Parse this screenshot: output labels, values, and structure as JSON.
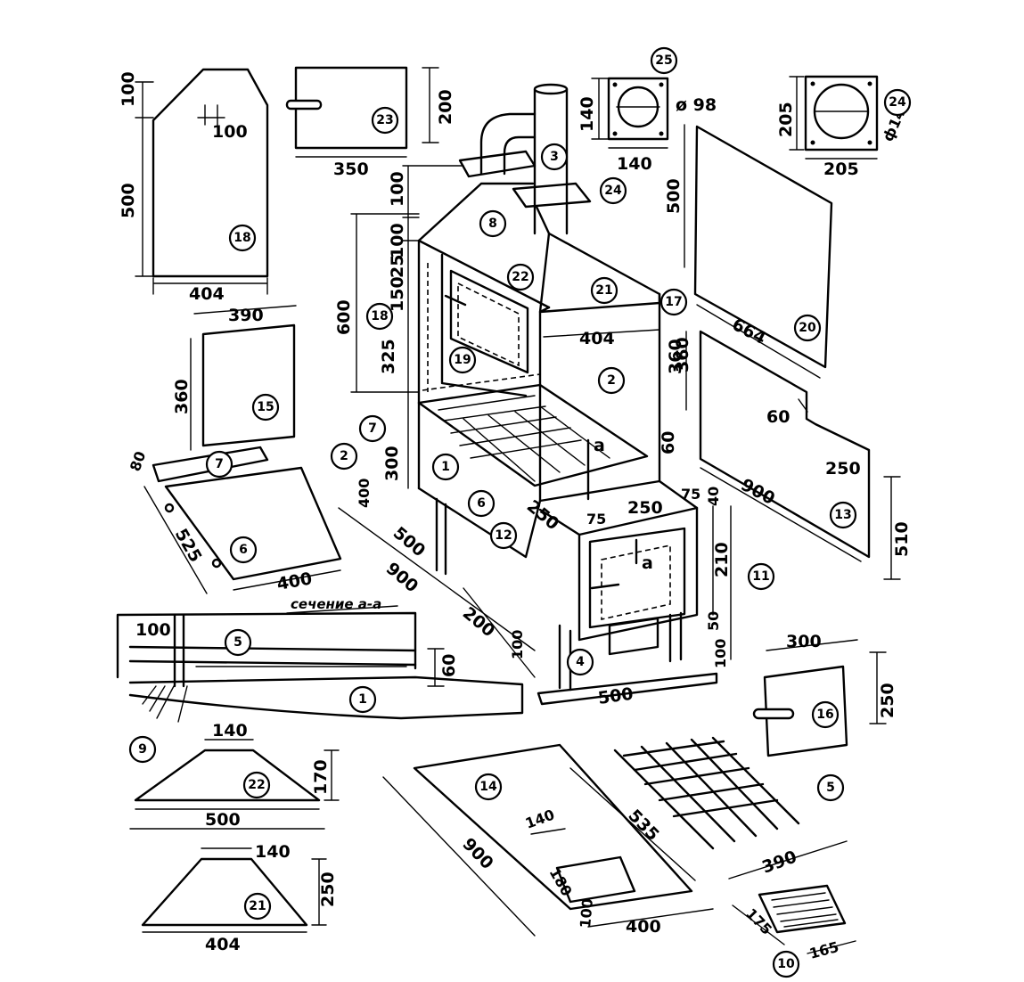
{
  "section_label": "сечение а-а",
  "part_numbers": {
    "p1": "1",
    "p1b": "1",
    "p2": "2",
    "p2b": "2",
    "p3": "3",
    "p4": "4",
    "p5": "5",
    "p5b": "5",
    "p6": "6",
    "p6b": "6",
    "p7": "7",
    "p7b": "7",
    "p8": "8",
    "p9": "9",
    "p10": "10",
    "p11": "11",
    "p12": "12",
    "p13": "13",
    "p14": "14",
    "p15": "15",
    "p16": "16",
    "p17": "17",
    "p18": "18",
    "p18b": "18",
    "p19": "19",
    "p20": "20",
    "p21": "21",
    "p21b": "21",
    "p22": "22",
    "p22b": "22",
    "p23": "23",
    "p24": "24",
    "p24b": "24",
    "p25": "25"
  },
  "section_letters": {
    "a1": "a",
    "a2": "a"
  },
  "dims": {
    "d18_100": "100",
    "d18_100w": "100",
    "d18_500": "500",
    "d18_404": "404",
    "d23_200": "200",
    "d23_350": "350",
    "d25_140h": "140",
    "d25_140w": "140",
    "d25_phi": "ø 98",
    "d24_205h": "205",
    "d24_205w": "205",
    "d24_phi": "ф140",
    "d20_500": "500",
    "d20_664": "664",
    "d15_390": "390",
    "d15_360": "360",
    "d7_80": "80",
    "d6_525": "525",
    "d6_400": "400",
    "v100a": "100",
    "v100b": "100",
    "v25": "25",
    "v150": "150",
    "v600": "600",
    "v325": "325",
    "v300": "300",
    "v400": "400",
    "b404": "404",
    "b360": "360",
    "b60": "60",
    "b500": "500",
    "b900": "900",
    "b200": "200",
    "b250": "250",
    "f75a": "75",
    "f75b": "75",
    "f250": "250",
    "f40": "40",
    "f210": "210",
    "f50": "50",
    "f100": "100",
    "f500": "500",
    "d13_60": "60",
    "d13_250": "250",
    "d13_900": "900",
    "d13_510": "510",
    "s100": "100",
    "s60": "60",
    "s100b": "100",
    "d16_300": "300",
    "d16_250": "250",
    "d22_140": "140",
    "d22_170": "170",
    "d22_500": "500",
    "d21_140": "140",
    "d21_250": "250",
    "d21_404": "404",
    "d14_900": "900",
    "d14_140": "140",
    "d14_180": "180",
    "d14_400": "400",
    "d14_100": "100",
    "d5_535": "535",
    "d5_390": "390",
    "d10_175": "175",
    "d10_165": "165"
  }
}
